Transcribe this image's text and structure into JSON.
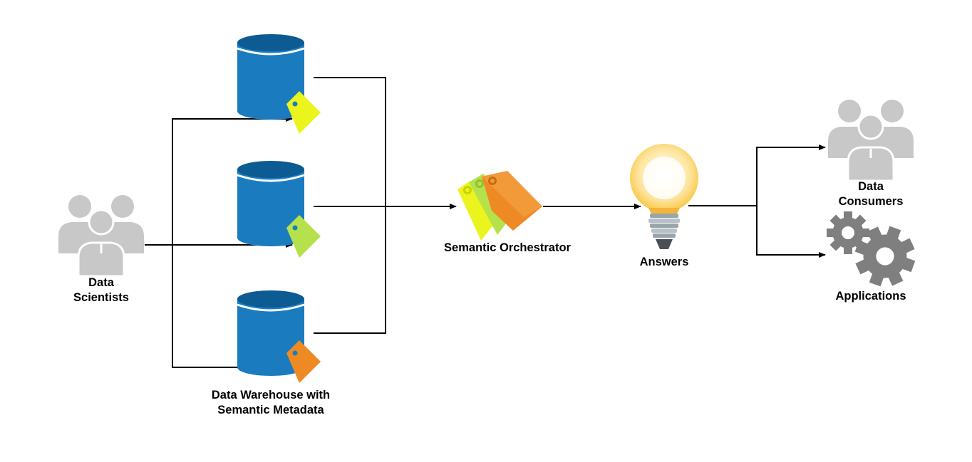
{
  "nodes": {
    "data_scientists": {
      "line1": "Data",
      "line2": "Scientists"
    },
    "warehouse": {
      "line1": "Data Warehouse with",
      "line2": "Semantic Metadata"
    },
    "orchestrator": {
      "label": "Semantic Orchestrator"
    },
    "answers": {
      "label": "Answers"
    },
    "data_consumers": {
      "line1": "Data",
      "line2": "Consumers"
    },
    "applications": {
      "label": "Applications"
    }
  },
  "colors": {
    "database": "#1a7bbf",
    "database_dark": "#0c5b93",
    "tag_yellow": "#ebf41c",
    "tag_green": "#b5e24c",
    "tag_orange": "#ee8a24",
    "people": "#c8c8c8",
    "gear": "#7f7f7f",
    "bulb": "#f8c846",
    "arrow": "#000000"
  },
  "icons": {
    "people": "users-group-icon",
    "database": "database-cylinder-icon",
    "tag": "tag-icon",
    "bulb": "lightbulb-icon",
    "gears": "gears-icon"
  }
}
